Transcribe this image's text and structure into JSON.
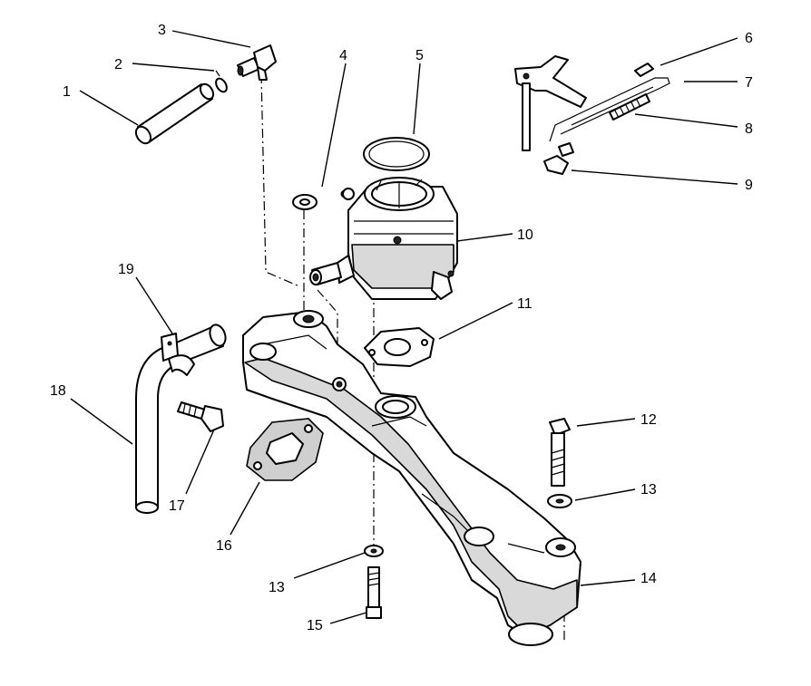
{
  "callouts": [
    {
      "id": "1",
      "label": "1"
    },
    {
      "id": "2",
      "label": "2"
    },
    {
      "id": "3",
      "label": "3"
    },
    {
      "id": "4",
      "label": "4"
    },
    {
      "id": "5",
      "label": "5"
    },
    {
      "id": "6",
      "label": "6"
    },
    {
      "id": "7",
      "label": "7"
    },
    {
      "id": "8",
      "label": "8"
    },
    {
      "id": "9",
      "label": "9"
    },
    {
      "id": "10",
      "label": "10"
    },
    {
      "id": "11",
      "label": "11"
    },
    {
      "id": "12",
      "label": "12"
    },
    {
      "id": "13a",
      "label": "13"
    },
    {
      "id": "13b",
      "label": "13"
    },
    {
      "id": "14",
      "label": "14"
    },
    {
      "id": "15",
      "label": "15"
    },
    {
      "id": "16",
      "label": "16"
    },
    {
      "id": "17",
      "label": "17"
    },
    {
      "id": "18",
      "label": "18"
    },
    {
      "id": "19",
      "label": "19"
    }
  ],
  "colors": {
    "line": "#000000",
    "background": "#ffffff",
    "shade": "#d9d9d9"
  }
}
